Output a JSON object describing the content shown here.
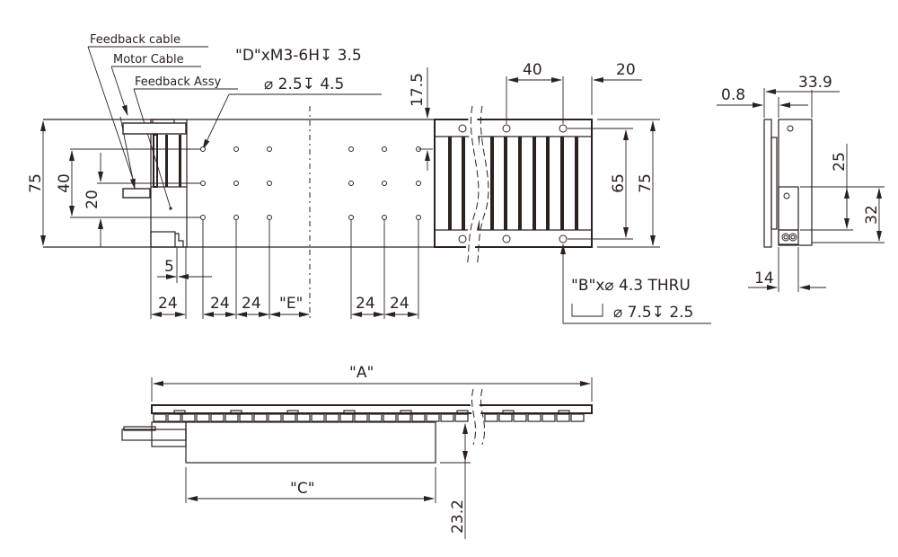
{
  "labels": {
    "feedback_cable": "Feedback  cable",
    "motor_cable": "Motor Cable",
    "feedback_assy": "Feedback Assy",
    "tapped_holes": "\"D\"xM3-6H↧ 3.5",
    "pin_holes": "⌀ 2.5↧ 4.5",
    "thru_holes": "\"B\"x⌀ 4.3 THRU",
    "counterbore": "⌀ 7.5↧ 2.5"
  },
  "dimensions": {
    "height_75_left": "75",
    "spacing_40": "40",
    "spacing_20": "20",
    "offset_5": "5",
    "pitch_24_a": "24",
    "pitch_24_b": "24",
    "pitch_24_c": "24",
    "pitch_E": "\"E\"",
    "pitch_24_d": "24",
    "pitch_24_e": "24",
    "offset_17_5": "17.5",
    "pitch_40": "40",
    "end_20": "20",
    "hole_span_65": "65",
    "height_75_right": "75",
    "thickness_0_8": "0.8",
    "height_33_9": "33.9",
    "side_25": "25",
    "side_32": "32",
    "side_14": "14",
    "length_A": "\"A\"",
    "length_C": "\"C\"",
    "height_23_2": "23.2"
  },
  "views": [
    "top-view",
    "side-view",
    "front-view"
  ]
}
